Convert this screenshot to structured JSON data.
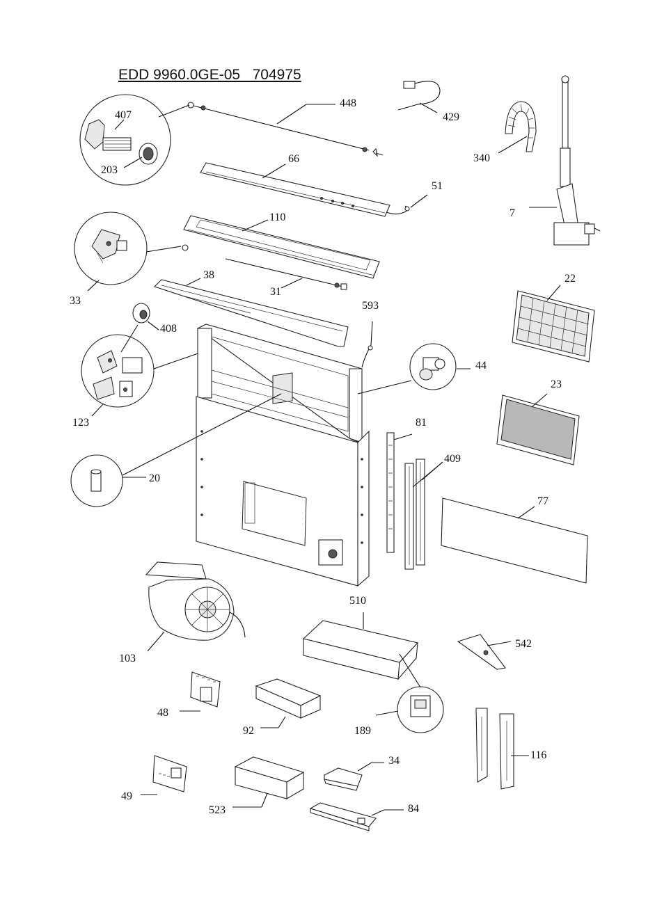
{
  "title": "EDD 9960.0GE-05   704975",
  "callouts": {
    "p448": "448",
    "p429": "429",
    "p407": "407",
    "p203": "203",
    "p66": "66",
    "p340": "340",
    "p51": "51",
    "p7": "7",
    "p110": "110",
    "p33": "33",
    "p38": "38",
    "p31": "31",
    "p22": "22",
    "p408": "408",
    "p593": "593",
    "p44": "44",
    "p123": "123",
    "p23": "23",
    "p81": "81",
    "p409": "409",
    "p20": "20",
    "p77": "77",
    "p510": "510",
    "p103": "103",
    "p542": "542",
    "p48": "48",
    "p92": "92",
    "p189": "189",
    "p116": "116",
    "p34": "34",
    "p49": "49",
    "p523": "523",
    "p84": "84"
  }
}
